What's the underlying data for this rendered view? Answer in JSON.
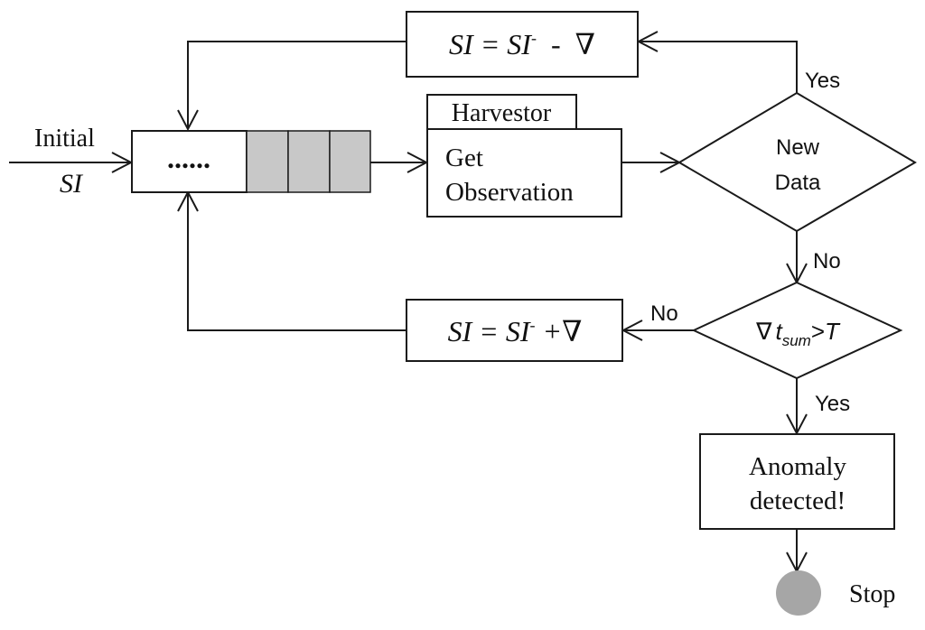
{
  "labels": {
    "initial": "Initial",
    "si": "SI",
    "dots": "......",
    "harvestor": "Harvestor",
    "get_observation_line1": "Get",
    "get_observation_line2": "Observation",
    "new_data_line1": "New",
    "new_data_line2": "Data",
    "yes_top": "Yes",
    "no_mid": "No",
    "no_left": "No",
    "yes_bottom": "Yes",
    "anomaly_line1": "Anomaly",
    "anomaly_line2": "detected!",
    "stop": "Stop"
  },
  "formulas": {
    "top": {
      "lhs": "SI",
      "eq": " = ",
      "var": "SI",
      "sup": "-",
      "op": "  -  ",
      "nabla": "∇"
    },
    "bottom": {
      "lhs": "SI",
      "eq": " = ",
      "var": "SI",
      "sup": "-",
      "op": " +",
      "nabla": "∇"
    },
    "condition": {
      "nabla": "∇",
      "t": "t",
      "sub": "sum",
      "op": ">",
      "threshold": "T"
    }
  },
  "colors": {
    "line": "#1a1a1a",
    "queue_fill": "#c8c8c8",
    "stop_fill": "#a6a6a6",
    "background": "#ffffff"
  }
}
